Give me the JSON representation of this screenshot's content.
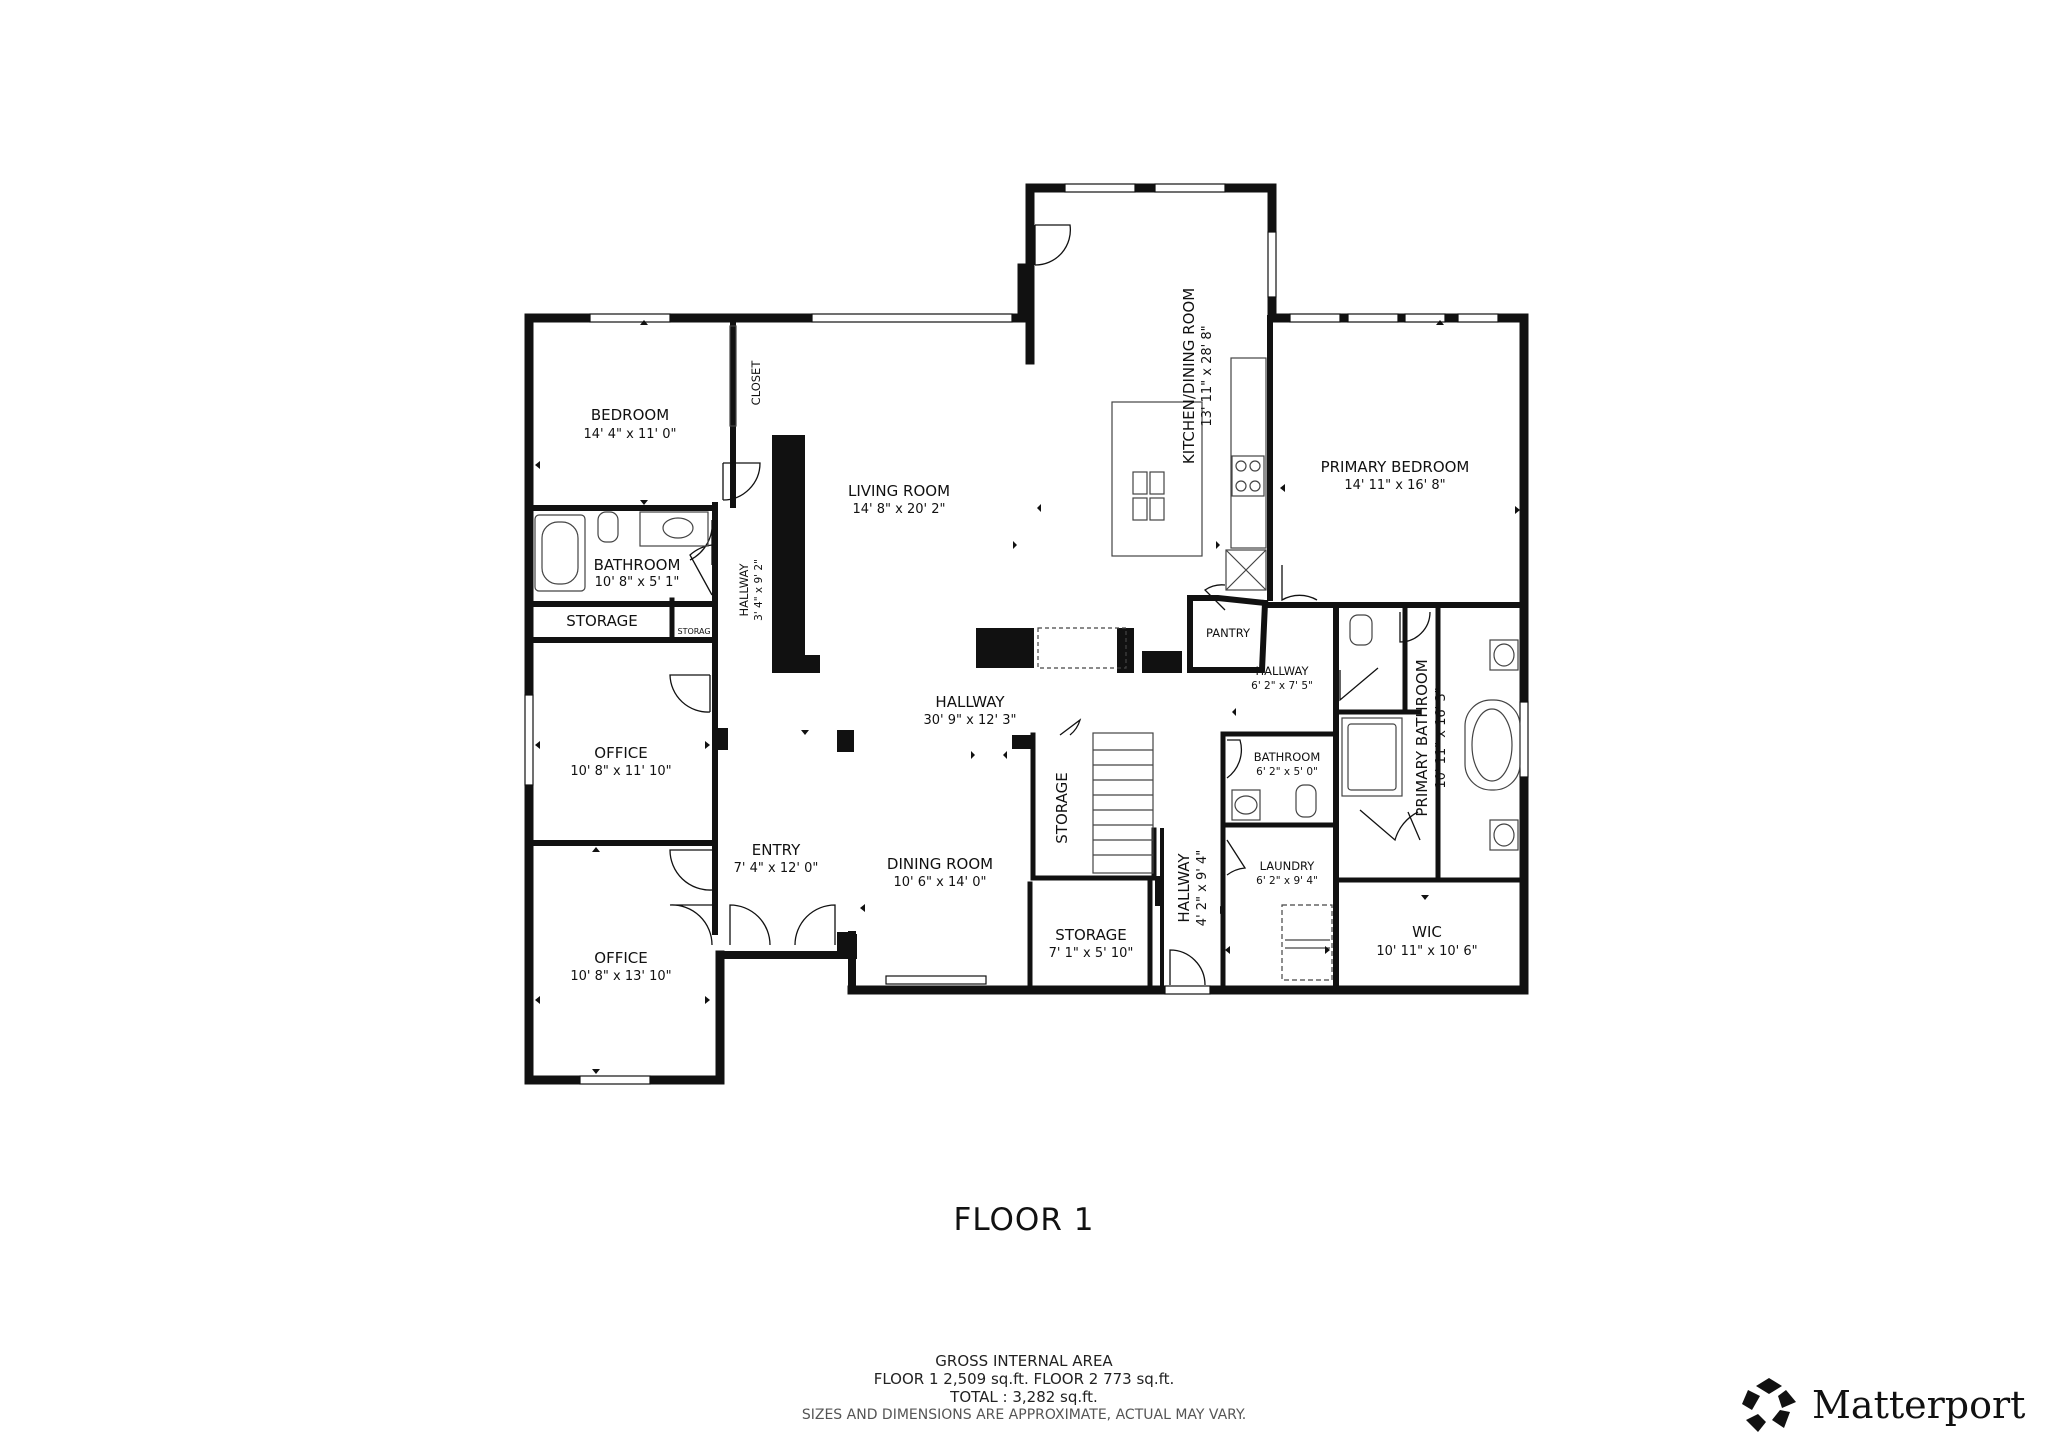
{
  "floor": {
    "title": "FLOOR 1"
  },
  "rooms": {
    "bedroom": {
      "name": "BEDROOM",
      "dims": "14' 4\" x 11' 0\""
    },
    "closet": {
      "name": "CLOSET"
    },
    "living_room": {
      "name": "LIVING ROOM",
      "dims": "14' 8\" x 20' 2\""
    },
    "kitchen": {
      "name": "KITCHEN/DINING ROOM",
      "dims": "13' 11\" x 28' 8\""
    },
    "primary_bedroom": {
      "name": "PRIMARY BEDROOM",
      "dims": "14' 11\" x 16' 8\""
    },
    "bathroom_1": {
      "name": "BATHROOM",
      "dims": "10' 8\" x 5' 1\""
    },
    "hallway_1": {
      "name": "HALLWAY",
      "dims": "3' 4\" x 9' 2\""
    },
    "storage_1": {
      "name": "STORAGE"
    },
    "storage_small": {
      "name": "STORAG"
    },
    "pantry": {
      "name": "PANTRY"
    },
    "hallway_2": {
      "name": "HALLWAY",
      "dims": "6' 2\" x 7' 5\""
    },
    "primary_bathroom": {
      "name": "PRIMARY BATHROOM",
      "dims": "10' 11\" x 16' 3\""
    },
    "hallway_main": {
      "name": "HALLWAY",
      "dims": "30' 9\" x 12' 3\""
    },
    "office_1": {
      "name": "OFFICE",
      "dims": "10' 8\" x 11' 10\""
    },
    "bathroom_2": {
      "name": "BATHROOM",
      "dims": "6' 2\" x 5' 0\""
    },
    "storage_2": {
      "name": "STORAGE"
    },
    "entry": {
      "name": "ENTRY",
      "dims": "7' 4\" x 12' 0\""
    },
    "dining_room": {
      "name": "DINING ROOM",
      "dims": "10' 6\" x 14' 0\""
    },
    "laundry": {
      "name": "LAUNDRY",
      "dims": "6' 2\" x 9' 4\""
    },
    "hallway_3": {
      "name": "HALLWAY",
      "dims": "4' 2\" x 9' 4\""
    },
    "storage_3": {
      "name": "STORAGE",
      "dims": "7' 1\" x 5' 10\""
    },
    "wic": {
      "name": "WIC",
      "dims": "10' 11\" x 10' 6\""
    },
    "office_2": {
      "name": "OFFICE",
      "dims": "10' 8\" x 13' 10\""
    }
  },
  "area": {
    "heading": "GROSS INTERNAL AREA",
    "floors_line": "FLOOR 1 2,509 sq.ft.   FLOOR 2 773 sq.ft.",
    "total_line": "TOTAL :  3,282 sq.ft.",
    "disclaimer": "SIZES AND DIMENSIONS ARE APPROXIMATE, ACTUAL MAY VARY."
  },
  "brand": {
    "name": "Matterport",
    "logo_icon": "matterport-logo-icon"
  },
  "colors": {
    "wall": "#111111",
    "background": "#ffffff",
    "fixture": "#444444"
  }
}
